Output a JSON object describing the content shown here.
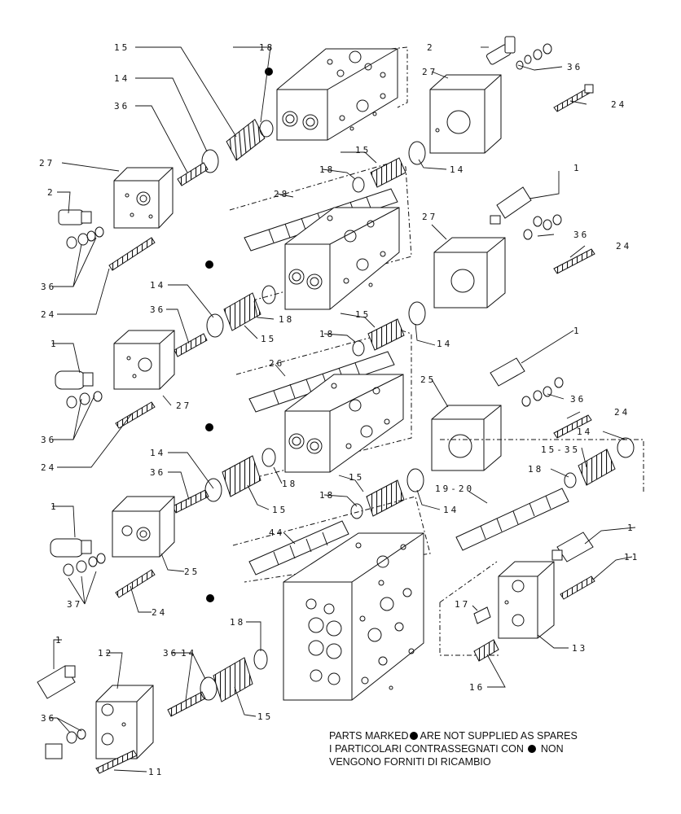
{
  "diagram": {
    "callouts": {
      "c15a": "15",
      "c18a": "18",
      "c14a": "14",
      "c36a": "36",
      "c27a": "27",
      "c2a": "2",
      "c36b": "36",
      "c24a": "24",
      "c2b": "2",
      "c36c": "36",
      "c27b": "27",
      "c24b": "24",
      "c15b": "15",
      "c18b": "18",
      "c14b": "14",
      "c28": "28",
      "c1a": "1",
      "c27c": "27",
      "c36d": "36",
      "c24c": "24",
      "c14c": "14",
      "c36e": "36",
      "c15c": "15",
      "c18c": "18",
      "c15d": "15",
      "c18d": "18",
      "c14d": "14",
      "c26": "26",
      "c1b": "1",
      "c36f": "36",
      "c27d": "27",
      "c24d": "24",
      "c1c": "1",
      "c25a": "25",
      "c36g": "36",
      "c24e": "24",
      "c14e": "14",
      "c1535": "15-35",
      "c18e": "18",
      "c14f": "14",
      "c36h": "36",
      "c15e": "15",
      "c18f": "18",
      "c15f": "15",
      "c18g": "18",
      "c14g": "14",
      "c1920": "19-20",
      "c1d": "1",
      "c44": "44",
      "c25b": "25",
      "c37": "37",
      "c24f": "24",
      "c1e": "1",
      "c11a": "11",
      "c17": "17",
      "c13": "13",
      "c16": "16",
      "c1f": "1",
      "c12": "12",
      "c36i": "36",
      "c14h": "14",
      "c18h": "18",
      "c15g": "15",
      "c36j": "36",
      "c11b": "11"
    },
    "note": {
      "line1_a": "PARTS MARKED",
      "line1_b": "ARE NOT SUPPLIED AS SPARES",
      "line2_a": "I  PARTICOLARI  CONTRASSEGNATI  CON",
      "line2_b": "NON",
      "line3": "VENGONO FORNITI DI RICAMBIO"
    }
  }
}
